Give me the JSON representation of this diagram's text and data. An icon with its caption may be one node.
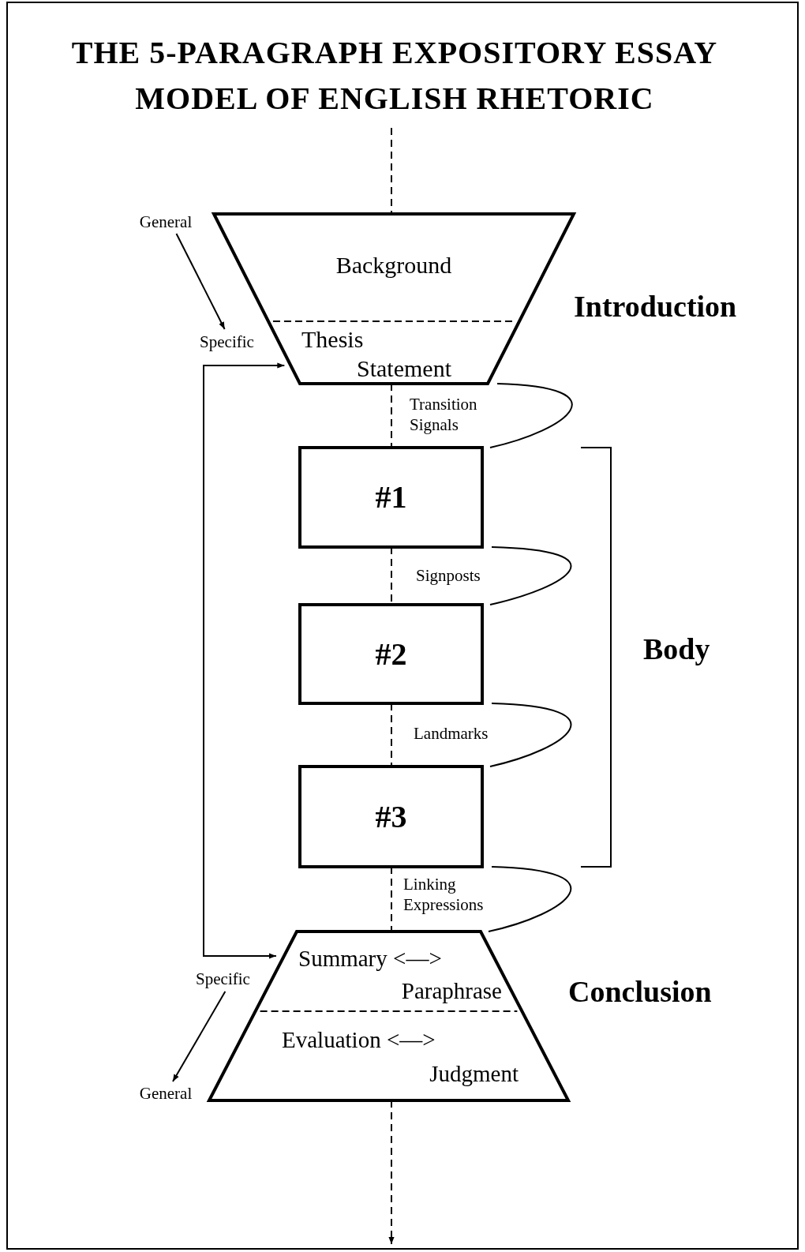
{
  "diagram": {
    "title": "THE 5-PARAGRAPH EXPOSITORY ESSAY MODEL OF ENGLISH RHETORIC",
    "nodes": [
      {
        "text": [
          "Background",
          "Thesis Statement"
        ]
      },
      {
        "text": [
          "#1"
        ]
      },
      {
        "text": [
          "#2"
        ]
      },
      {
        "text": [
          "#3"
        ]
      },
      {
        "text": [
          "Summary <—> Paraphrase",
          "Evaluation <—> Judgment"
        ]
      },
      {
        "text": [
          "General"
        ]
      },
      {
        "text": [
          "Specific"
        ]
      },
      {
        "text": [
          "Specific"
        ]
      },
      {
        "text": [
          "General"
        ]
      }
    ],
    "edges": [
      {
        "from": null,
        "to": 0,
        "arrow": "none",
        "style": "dashed"
      },
      {
        "from": 0,
        "to": 1,
        "arrow": "none",
        "style": "dashed",
        "label": "Transition Signals"
      },
      {
        "from": 1,
        "to": 2,
        "arrow": "none",
        "style": "dashed",
        "label": "Signposts"
      },
      {
        "from": 2,
        "to": 3,
        "arrow": "none",
        "style": "dashed",
        "label": "Landmarks"
      },
      {
        "from": 3,
        "to": 4,
        "arrow": "none",
        "style": "dashed",
        "label": "Linking Expressions"
      },
      {
        "from": 4,
        "to": null,
        "arrow": "to",
        "style": "dashed"
      },
      {
        "from": 0,
        "to": 1,
        "arrow": "none"
      },
      {
        "from": 1,
        "to": 2,
        "arrow": "none"
      },
      {
        "from": 2,
        "to": 3,
        "arrow": "none"
      },
      {
        "from": 3,
        "to": 4,
        "arrow": "none"
      },
      {
        "from": 0,
        "to": 4,
        "arrow": "both"
      },
      {
        "from": 5,
        "to": 6,
        "arrow": "to"
      },
      {
        "from": 7,
        "to": 8,
        "arrow": "to"
      }
    ],
    "labels": [
      "Introduction",
      "Body",
      "Conclusion"
    ]
  }
}
